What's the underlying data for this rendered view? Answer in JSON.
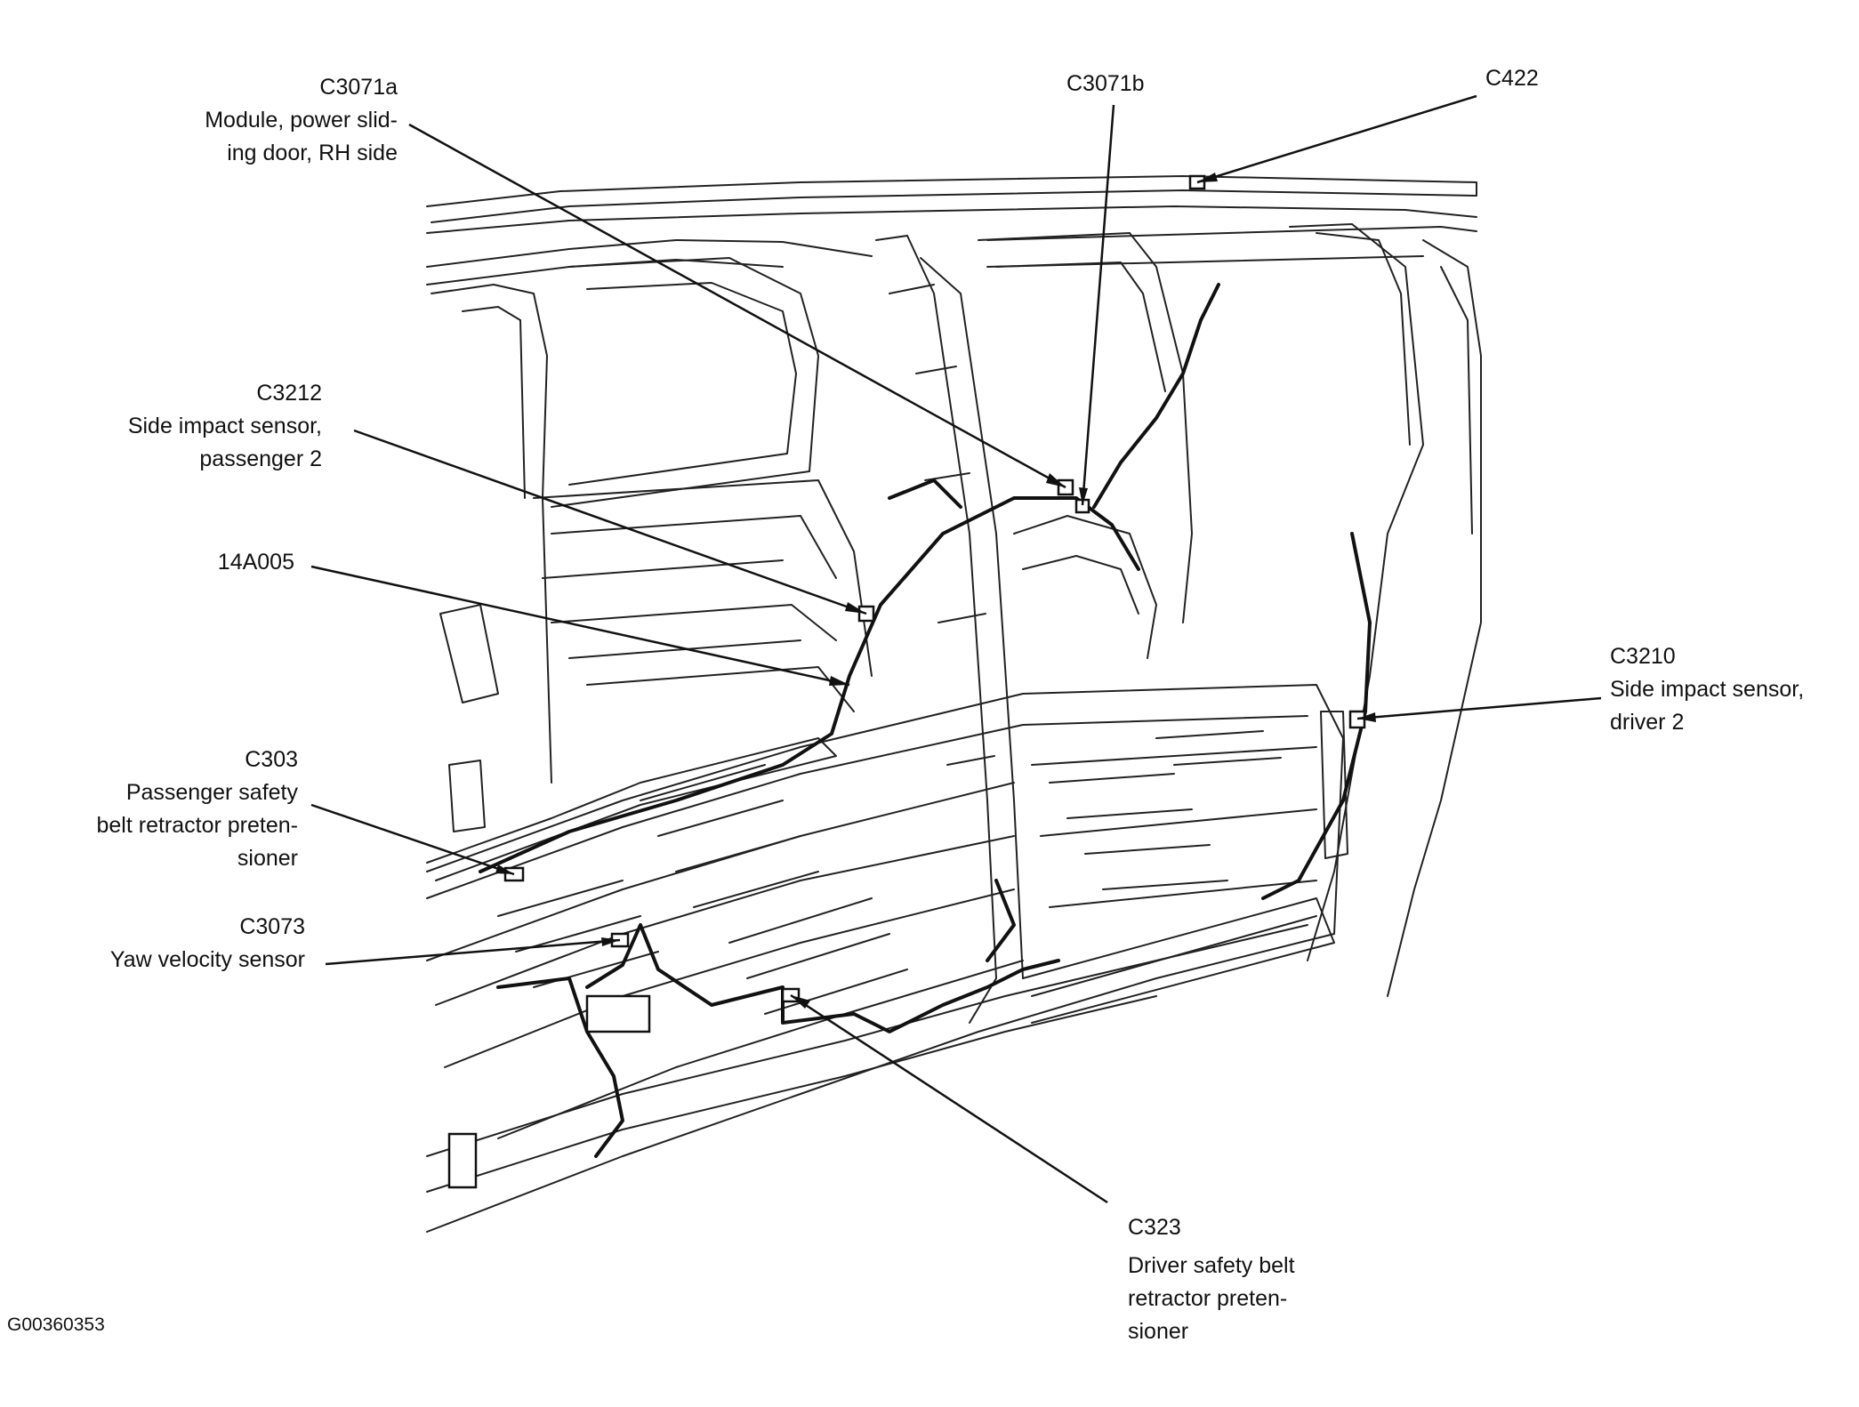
{
  "figure_id": "G00360353",
  "callouts": {
    "c3071a": {
      "code": "C3071a",
      "desc": [
        "Module, power slid-",
        "ing door, RH side"
      ]
    },
    "c3071b": {
      "code": "C3071b",
      "desc": []
    },
    "c422": {
      "code": "C422",
      "desc": []
    },
    "c3212": {
      "code": "C3212",
      "desc": [
        "Side impact sensor,",
        "passenger 2"
      ]
    },
    "h14a005": {
      "code": "14A005",
      "desc": []
    },
    "c3210": {
      "code": "C3210",
      "desc": [
        "Side impact sensor,",
        "driver 2"
      ]
    },
    "c303": {
      "code": "C303",
      "desc": [
        "Passenger safety",
        "belt retractor preten-",
        "sioner"
      ]
    },
    "c3073": {
      "code": "C3073",
      "desc": [
        "Yaw velocity sensor"
      ]
    },
    "c323": {
      "code": "C323",
      "desc": [
        "Driver safety belt",
        "retractor preten-",
        "sioner"
      ]
    }
  },
  "colors": {
    "line": "#111111",
    "background": "#ffffff"
  }
}
